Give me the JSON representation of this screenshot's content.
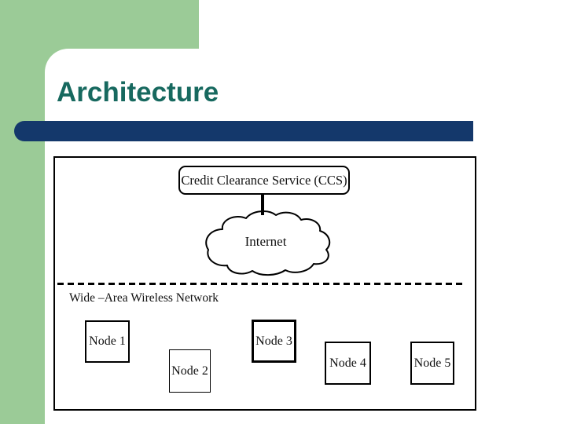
{
  "slide": {
    "title": "Architecture",
    "theme": {
      "accent_green": "#9BCB97",
      "bar_navy": "#14386B",
      "title_teal": "#17695F"
    }
  },
  "diagram": {
    "ccs_box_label": "Credit Clearance Service (CCS)",
    "cloud_label": "Internet",
    "wan_label": "Wide –Area Wireless Network",
    "nodes": [
      {
        "label": "Node 1"
      },
      {
        "label": "Node 2"
      },
      {
        "label": "Node 3"
      },
      {
        "label": "Node 4"
      },
      {
        "label": "Node 5"
      }
    ]
  }
}
